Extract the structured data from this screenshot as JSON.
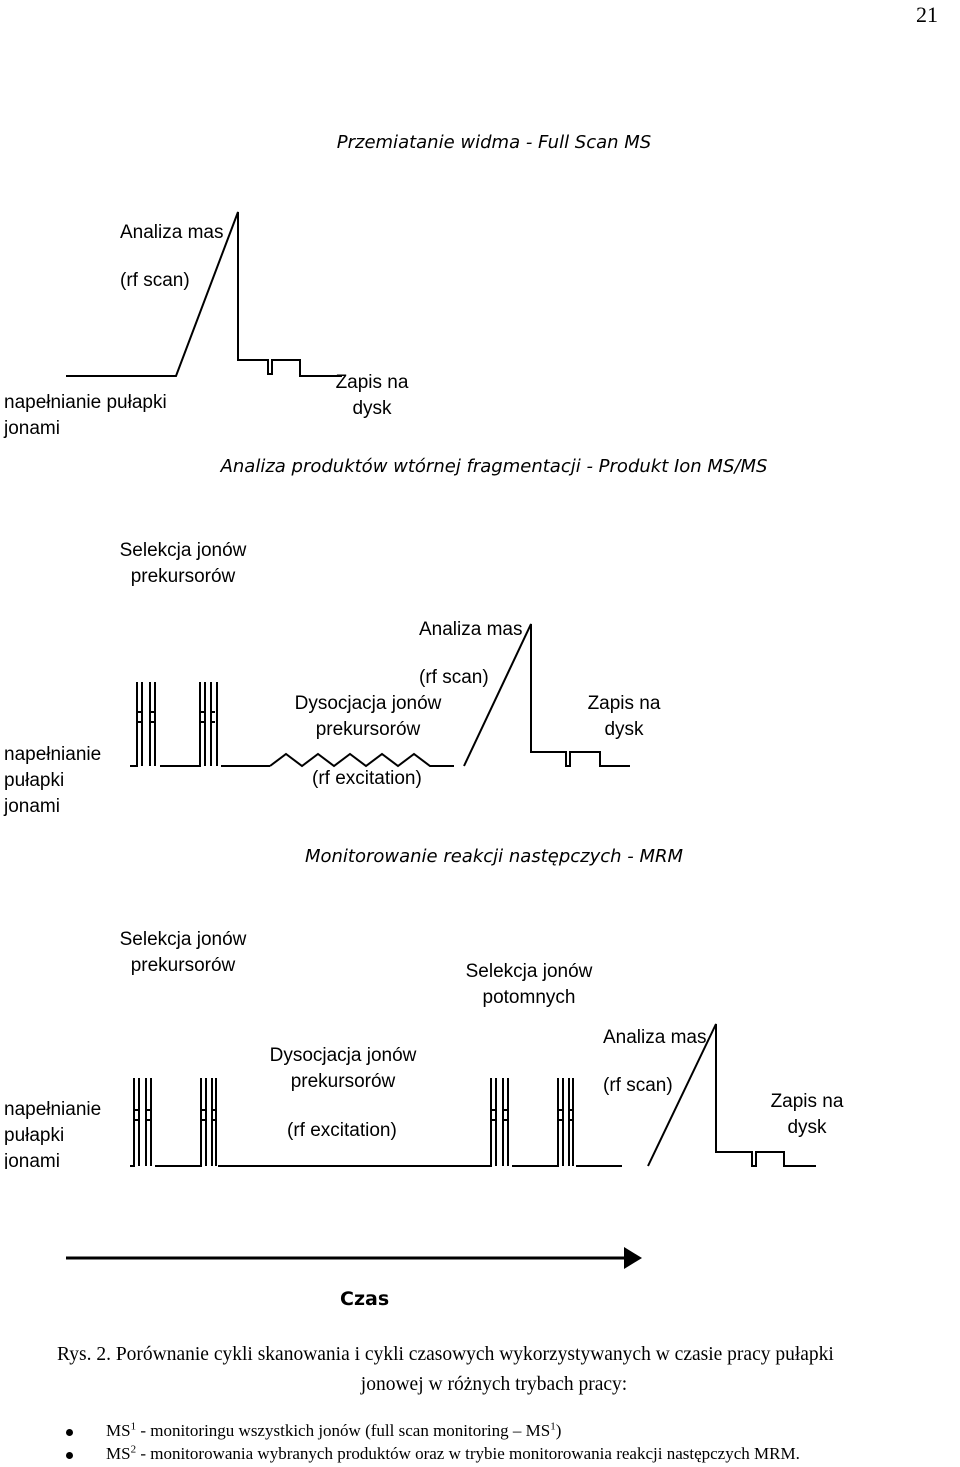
{
  "page_number": "21",
  "section1": {
    "title": "Przemiatanie widma - Full Scan MS",
    "mass_analysis": "Analiza mas",
    "rf_scan": "(rf scan)",
    "trap_fill": [
      "napełnianie pułapki",
      "jonami"
    ],
    "disk_write": [
      "Zapis na",
      "dysk"
    ]
  },
  "section2": {
    "title": "Analiza produktów wtórnej fragmentacji - Produkt Ion MS/MS",
    "precursor_selection": [
      "Selekcja jonów",
      "prekursorów"
    ],
    "mass_analysis": "Analiza mas",
    "rf_scan": "(rf scan)",
    "dissociation": [
      "Dysocjacja jonów",
      "prekursorów"
    ],
    "rf_excitation": "(rf excitation)",
    "disk_write": [
      "Zapis na",
      "dysk"
    ],
    "trap_fill": [
      "napełnianie",
      "pułapki",
      "jonami"
    ]
  },
  "section3": {
    "title": "Monitorowanie reakcji następczych - MRM",
    "precursor_selection": [
      "Selekcja jonów",
      "prekursorów"
    ],
    "daughter_selection": [
      "Selekcja jonów",
      "potomnych"
    ],
    "dissociation": [
      "Dysocjacja jonów",
      "prekursorów"
    ],
    "rf_excitation": "(rf excitation)",
    "mass_analysis": "Analiza mas",
    "rf_scan": "(rf scan)",
    "disk_write": [
      "Zapis na",
      "dysk"
    ],
    "trap_fill": [
      "napełnianie",
      "pułapki",
      "jonami"
    ]
  },
  "time_axis": {
    "label": "Czas"
  },
  "caption": {
    "line1": "Rys. 2. Porównanie cykli skanowania i cykli czasowych wykorzystywanych w czasie pracy pułapki",
    "line2": "jonowej w różnych trybach pracy:"
  },
  "bullets": [
    {
      "prefix": "MS",
      "sup": "1",
      "text": " - monitoringu wszystkich jonów (full scan monitoring – MS",
      "sup2": "1",
      "suffix": ")"
    },
    {
      "prefix": "MS",
      "sup": "2",
      "text": " - monitorowania wybranych produktów oraz w trybie monitorowania reakcji następczych MRM."
    }
  ]
}
